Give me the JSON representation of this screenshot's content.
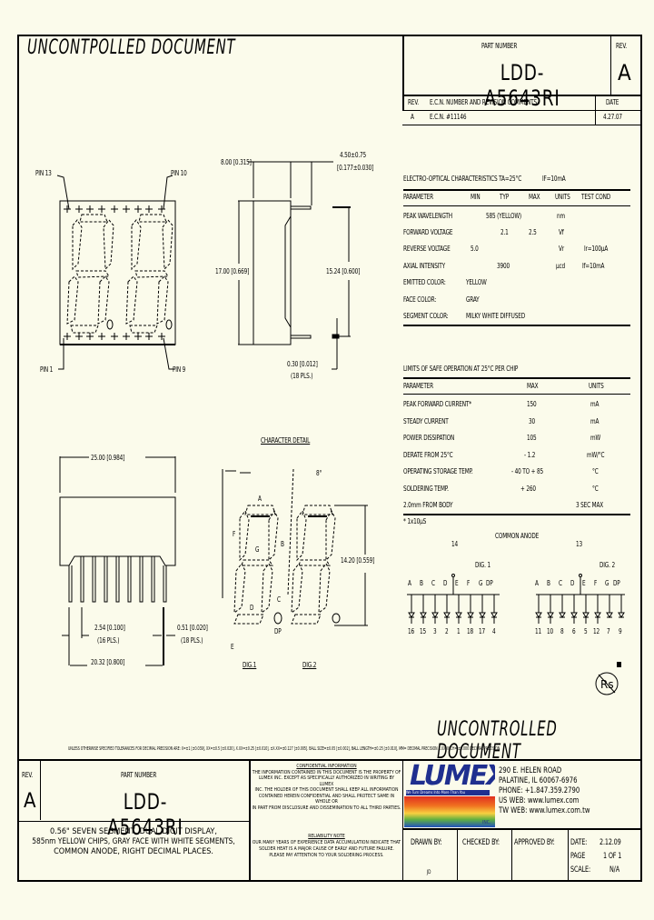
{
  "watermark_top": "UNCONTPOLLED DOCUMENT",
  "watermark_bottom": "UNCONTROLLED DOCUMENT",
  "title_block_top": {
    "part_number_label": "PART NUMBER",
    "part_number": "LDD-A5643RI",
    "rev_label": "REV.",
    "rev": "A"
  },
  "revision_table": {
    "headers": [
      "REV.",
      "E.C.N. NUMBER AND REVISION COMMENTS",
      "DATE"
    ],
    "rows": [
      [
        "A",
        "E.C.N. #11146",
        "4.27.07"
      ]
    ]
  },
  "electro_optical": {
    "title": "ELECTRO-OPTICAL CHARACTERISTICS TA=25°C",
    "condition": "IF=10mA",
    "headers": [
      "PARAMETER",
      "MIN",
      "TYP",
      "MAX",
      "UNITS",
      "TEST COND"
    ],
    "rows": [
      [
        "PEAK WAVELENGTH",
        "",
        "585 (YELLOW)",
        "",
        "nm",
        ""
      ],
      [
        "FORWARD VOLTAGE",
        "",
        "2.1",
        "2.5",
        "Vf",
        ""
      ],
      [
        "REVERSE VOLTAGE",
        "5.0",
        "",
        "",
        "Vr",
        "Ir=100µA"
      ],
      [
        "AXIAL INTENSITY",
        "",
        "3900",
        "",
        "µcd",
        "If=10mA"
      ]
    ],
    "extra": [
      [
        "EMITTED COLOR:",
        "YELLOW"
      ],
      [
        "FACE COLOR:",
        "GRAY"
      ],
      [
        "SEGMENT COLOR:",
        "MILKY WHITE DIFFUSED"
      ]
    ]
  },
  "safe_operation": {
    "title": "LIMITS OF SAFE OPERATION AT 25°C PER CHIP",
    "headers": [
      "PARAMETER",
      "MAX",
      "UNITS"
    ],
    "rows": [
      [
        "PEAK FORWARD CURRENT*",
        "150",
        "mA"
      ],
      [
        "STEADY CURRENT",
        "30",
        "mA"
      ],
      [
        "POWER DISSIPATION",
        "105",
        "mW"
      ],
      [
        "DERATE FROM 25°C",
        "- 1.2",
        "mW/°C"
      ],
      [
        "OPERATING STORAGE TEMP.",
        "- 40 TO + 85",
        "°C"
      ],
      [
        "SOLDERING TEMP.",
        "+ 260",
        "°C"
      ],
      [
        "2.0mm FROM BODY",
        "",
        "3 SEC MAX"
      ]
    ],
    "footnote": "* 1x10µS"
  },
  "circuit": {
    "title": "COMMON ANODE",
    "digit1": {
      "label": "DIG. 1",
      "anode_pin": "14",
      "segments": [
        "A",
        "B",
        "C",
        "D",
        "E",
        "F",
        "G",
        "DP"
      ],
      "pins": [
        "16",
        "15",
        "3",
        "2",
        "1",
        "18",
        "17",
        "4"
      ]
    },
    "digit2": {
      "label": "DIG. 2",
      "anode_pin": "13",
      "segments": [
        "A",
        "B",
        "C",
        "D",
        "E",
        "F",
        "G",
        "DP"
      ],
      "pins": [
        "11",
        "10",
        "8",
        "6",
        "5",
        "12",
        "7",
        "9"
      ]
    }
  },
  "front_view": {
    "pin_top_left": "PIN 13",
    "pin_top_right": "PIN 10",
    "pin_bottom_left": "PIN 1",
    "pin_bottom_right": "PIN 9"
  },
  "side_view": {
    "dim_width": "8.00 [0.315]",
    "dim_lead": "4.50±0.75",
    "dim_lead_in": "[0.177±0.030]",
    "dim_height": "17.00 [0.669]",
    "dim_row": "15.24 [0.600]",
    "dim_lead_thick": "0.30 [0.012]",
    "dim_lead_thick_qty": "(18 PLS.)"
  },
  "bottom_view": {
    "dim_width": "25.00 [0.984]",
    "dim_pitch": "2.54 [0.100]",
    "dim_pitch_qty": "(16 PLS.)",
    "dim_lead": "0.51 [0.020]",
    "dim_lead_qty": "(18 PLS.)",
    "dim_span": "20.32 [0.800]"
  },
  "character_detail": {
    "title": "CHARACTER DETAIL",
    "slant": "8°",
    "height": "14.20 [0.559]",
    "seg_labels": [
      "A",
      "B",
      "C",
      "D",
      "E",
      "F",
      "G",
      "DP"
    ],
    "dig1": "DIG.1",
    "dig2": "DIG.2"
  },
  "tolerance_note": "UNLESS OTHERWISE SPECIFIED TOLERANCES FOR DECIMAL PRECISION ARE: X=±1 [±0.039], XX=±0.5 [±0.020], X.XX=±0.25 [±0.010], ±X.XX=±0.127 [±0.005]. BALL SIZE=±0.05 [±0.002], BALL LENGTH=±0.25 [±0.010], MM= DECIMAL PRECISION X.XX, INCH= ±0.000 DECIMAL PRECISION",
  "title_block_bottom": {
    "rev_label": "REV.",
    "rev": "A",
    "part_number_label": "PART NUMBER",
    "part_number": "LDD-A5643RI",
    "description": [
      "0.56\" SEVEN SEGMENT, DUAL DIGIT DISPLAY,",
      "585nm YELLOW CHIPS, GRAY FACE WITH WHITE SEGMENTS,",
      "COMMON ANODE, RIGHT DECIMAL PLACES."
    ],
    "confidential_title": "CONFIDENTIAL INFORMATION",
    "confidential_text": [
      "THE INFORMATION CONTAINED IN THIS DOCUMENT IS THE PROPERTY OF",
      "LUMEX INC. EXCEPT AS SPECIFICALLY AUTHORIZED IN WRITING BY LUMEX",
      "INC. THE HOLDER OF THIS DOCUMENT SHALL KEEP ALL INFORMATION",
      "CONTAINED HEREIN CONFIDENTIAL AND SHALL PROTECT SAME IN WHOLE OR",
      "IN PART FROM DISCLOSURE AND DISSEMINATION TO ALL THIRD PARTIES."
    ],
    "reliability_title": "RELIABILITY NOTE",
    "reliability_text": [
      "OUR MANY YEARS OF EXPERIENCE DATA ACCUMULATION INDICATE THAT",
      "SOLDER HEAT IS A MAJOR CAUSE OF EARLY AND FUTURE FAILURE.",
      "PLEASE PAY ATTENTION TO YOUR SOLDERING PROCESS."
    ],
    "logo_text": "LUMEX",
    "logo_tagline": "We Turn Dreams Into More Than You",
    "logo_inc": "INC.",
    "address": [
      "290 E. HELEN ROAD",
      "PALATINE, IL  60067-6976",
      "PHONE: +1.847.359.2790",
      "US WEB: www.lumex.com",
      "TW WEB: www.lumex.com.tw"
    ],
    "drawn_by_label": "DRAWN BY:",
    "drawn_by": "JD",
    "checked_by_label": "CHECKED BY:",
    "approved_by_label": "APPROVED BY:",
    "date_label": "DATE:",
    "date": "2.12.09",
    "page_label": "PAGE",
    "page": "1 OF 1",
    "scale_label": "SCALE:",
    "scale": "N/A"
  },
  "colors": {
    "background": "#fbfbeb",
    "ink": "#000000",
    "logo_blue": "#1f2f8f"
  }
}
